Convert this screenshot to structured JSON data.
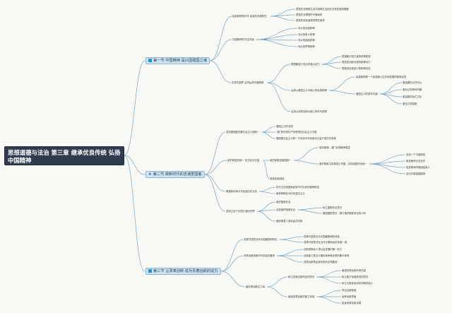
{
  "root": {
    "title": "思想道德与法治 第三章 继承优良传统 弘扬中国精神"
  },
  "sections": [
    {
      "label": "第一节 中国精神 是兴国强国之魂",
      "children": [
        {
          "label": "民族精神是中华 民族的灵魂所在",
          "children": [
            {
              "label": "表现在对物质生活与精神生活相互关系的独到理解"
            },
            {
              "label": "表现在对理想的不懈追求"
            },
            {
              "label": "表现在崇高道德境界的追求"
            }
          ]
        },
        {
          "label": "中国精神的丰富内涵",
          "mid": "•",
          "children": [
            {
              "label": "伟大的创造精神"
            },
            {
              "label": "伟大的奋斗精神"
            },
            {
              "label": "伟大的团结精神"
            },
            {
              "label": "伟大的梦想精神"
            }
          ]
        },
        {
          "label": "实现中国梦 必须弘扬中国精神",
          "children": [
            {
              "label": "是凝聚复兴伟业的强大动力",
              "children": [
                {
                  "label": "是凝聚中国力量的精神纽带"
                },
                {
                  "label": "是激发创新创造的精神动力"
                },
                {
                  "label": "是推进民族复兴的精神支柱"
                }
              ]
            },
            {
              "label": "弘扬以爱国主义为核心的民族精神",
              "children": [
                {
                  "label": "民族精神是一个民族赖以生存和发展的精神支撑"
                },
                {
                  "label": "爱国主义的基本内涵",
                  "children": [
                    {
                      "label": "爱祖国的大好河山"
                    },
                    {
                      "label": "爱自己的骨肉同胞"
                    },
                    {
                      "label": "爱祖国的灿烂文化"
                    },
                    {
                      "label": "爱自己的国家"
                    }
                  ]
                }
              ]
            },
            {
              "label": "弘扬以改革创新为核心的时代精神"
            }
          ]
        }
      ]
    },
    {
      "label": "第二节 做新时代的忠诚爱国者",
      "children": [
        {
          "label": "坚持爱国爱党爱社会主义相统一",
          "children": [
            {
              "label": "爱国主义的本质"
            },
            {
              "label": "\"国\"是中国共产党领导的社会主义中国"
            },
            {
              "label": "爱国爱社会主义统一于实现中华民族伟大复兴的历史进程"
            }
          ]
        },
        {
          "label": "维护和推进统一 坚决反对分裂",
          "children": [
            {
              "label": "维护和推进祖国统一",
              "children": [
                {
                  "label": "保持香港、澳门长期繁荣稳定"
                },
                {
                  "label": "维护国家主权和领土完整，实现祖国完全统一",
                  "children": [
                    {
                      "label": "坚持一个中国原则"
                    },
                    {
                      "label": "推进两岸交流合作"
                    },
                    {
                      "label": "促进两岸同胞团结奋斗"
                    },
                    {
                      "label": "反对分裂祖国图谋"
                    }
                  ]
                }
              ]
            },
            {
              "label": "促进民族团结"
            }
          ]
        },
        {
          "label": "尊重和传承中华民族历史文化",
          "children": [
            {
              "label": "历史文化是国家民族不可忘却的精神财富"
            },
            {
              "label": "旗帜鲜明反对历史虚无主义"
            }
          ]
        },
        {
          "label": "坚持立足于中国又面向世界",
          "children": [
            {
              "label": "维护国家安全"
            },
            {
              "label": "自觉维护国家安全",
              "children": [
                {
                  "label": "树立国家安全意识"
                },
                {
                  "label": "增强国防意识，履行维护国家安全的义务"
                }
              ]
            },
            {
              "label": "做到尊重人类命运共同体"
            }
          ]
        }
      ]
    },
    {
      "label": "第三节 让改革创新 成为青春远航的动力",
      "children": [
        {
          "label": "改革开放是当代中国最鲜明特征",
          "children": [
            {
              "label": "改革开放是当代中国最鲜明的特色"
            },
            {
              "label": "改革开放是决定当代中国命运的关键一招"
            }
          ]
        },
        {
          "label": "改革创新是新时代的迫切要求",
          "children": [
            {
              "label": "创新是推动人类社会发展的第一动力"
            },
            {
              "label": "创新能力是当今国际竞争新优势的集中体现"
            },
            {
              "label": "改革创新是赢得未来的必然要求"
            }
          ]
        },
        {
          "label": "做改革创新生力军",
          "children": [
            {
              "label": "树立改革创新的自觉意识",
              "children": [
                {
                  "label": "增强改革创新的责任感"
                },
                {
                  "label": "树立敢于突破陈规的意识"
                },
                {
                  "label": "树立大胆探索未知领域的信心"
                }
              ]
            },
            {
              "label": "增强改革创新的能力本领",
              "children": [
                {
                  "label": "夯实创新基础"
                },
                {
                  "label": "培养创新思维"
                },
                {
                  "label": "投身改革创新实践"
                }
              ]
            }
          ]
        }
      ]
    }
  ],
  "colors": {
    "background": "#f8f9f4",
    "line": "#7aa5c4",
    "root_fill": "#303b4e",
    "section_fill": "#cfe3ee",
    "accent": "#2f8fcf"
  }
}
